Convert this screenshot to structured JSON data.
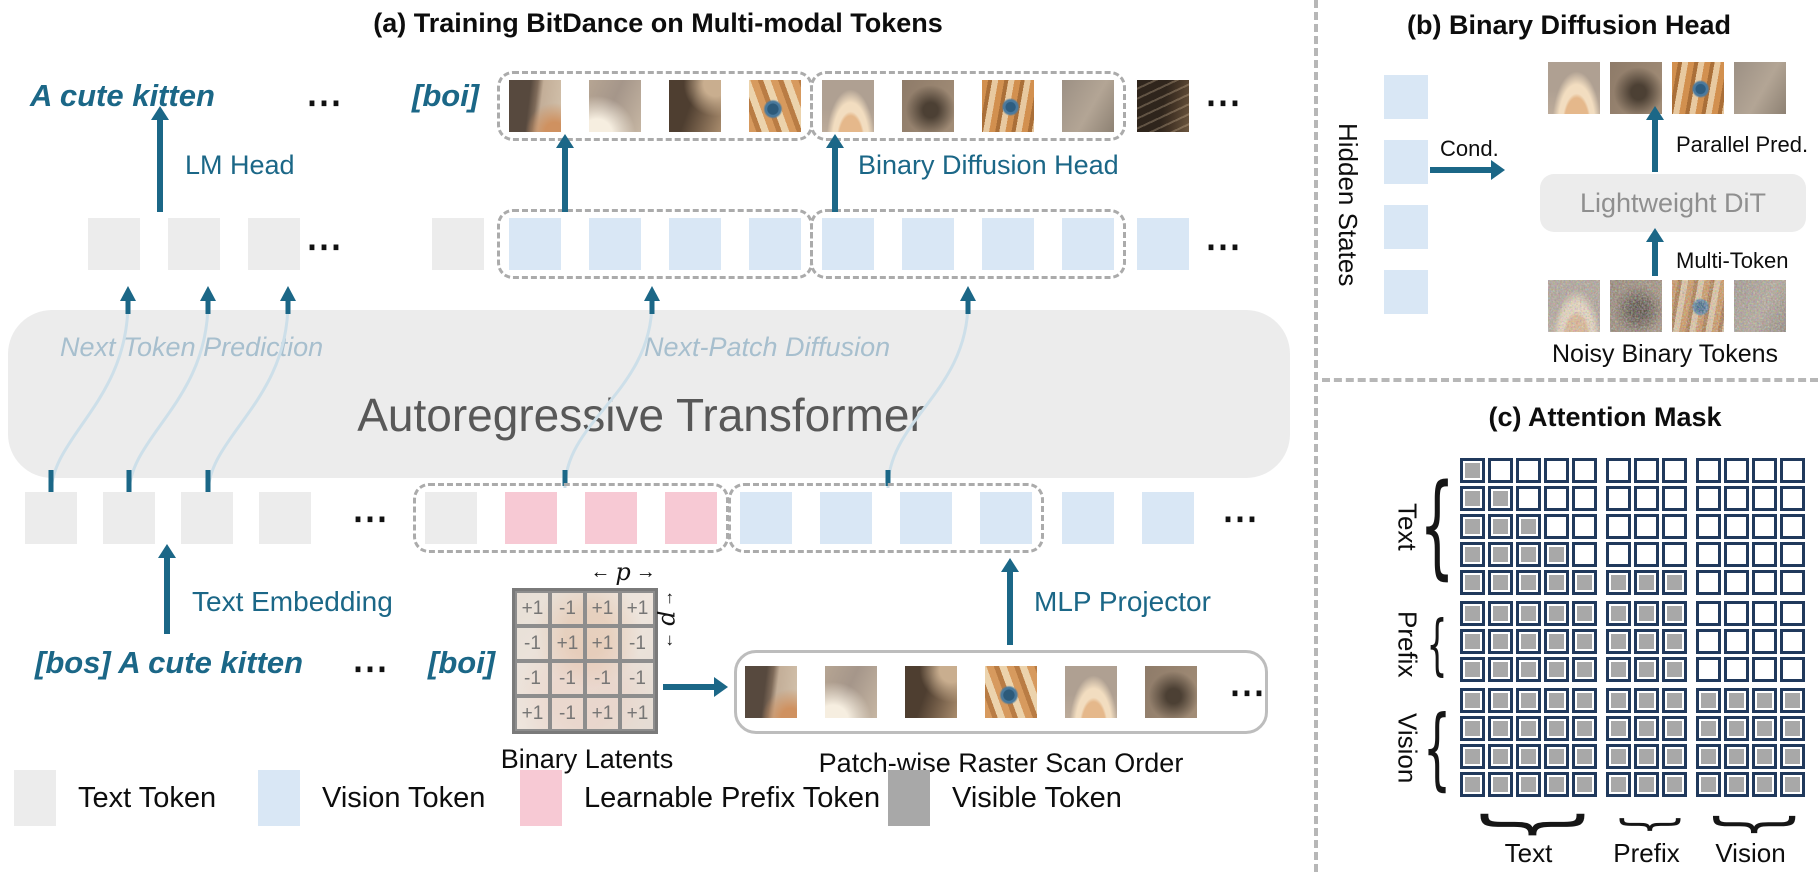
{
  "colors": {
    "accent": "#1b6787",
    "text_token": "#ececec",
    "vision_token": "#d9e7f5",
    "prefix_token": "#f7c9d4",
    "visible_token": "#a8a8a8",
    "mask_border": "#20395c"
  },
  "panel_a": {
    "title": "(a)  Training BitDance on Multi-modal Tokens",
    "ellipsis": "⋯",
    "output_text": "A cute kitten",
    "boi_top": "[boi]",
    "lm_head_label": "LM Head",
    "binary_diffusion_head_label": "Binary Diffusion Head",
    "next_token_prediction_label": "Next Token Prediction",
    "next_patch_diffusion_label": "Next-Patch Diffusion",
    "transformer_label": "Autoregressive Transformer",
    "text_embedding_label": "Text Embedding",
    "input_text": "[bos] A cute kitten",
    "boi_bottom": "[boi]",
    "patch_groups_top": [
      [
        "px1",
        "px2",
        "px3",
        "px4"
      ],
      [
        "px5",
        "px6",
        "px7",
        "px8"
      ]
    ],
    "lone_patch_top": [
      "px9"
    ],
    "hidden_left_tokens": [
      "text",
      "text",
      "text"
    ],
    "hidden_mid_token": [
      "text"
    ],
    "hidden_groups": [
      [
        "vision",
        "vision",
        "vision",
        "vision"
      ],
      [
        "vision",
        "vision",
        "vision",
        "vision"
      ]
    ],
    "lone_hidden_token": [
      "vision"
    ],
    "input_left_tokens": [
      "text",
      "text",
      "text",
      "text"
    ],
    "input_groups": [
      [
        "text",
        "prefix",
        "prefix",
        "prefix"
      ],
      [
        "vision",
        "vision",
        "vision",
        "vision"
      ]
    ],
    "lone_input_tokens": [
      "vision",
      "vision"
    ],
    "binary_latents": {
      "caption": "Binary Latents",
      "p_label": "p",
      "values": [
        [
          "+1",
          "-1",
          "+1",
          "+1"
        ],
        [
          "-1",
          "+1",
          "+1",
          "-1"
        ],
        [
          "-1",
          "-1",
          "-1",
          "-1"
        ],
        [
          "+1",
          "-1",
          "+1",
          "+1"
        ]
      ]
    },
    "raster": {
      "caption": "Patch-wise Raster Scan Order",
      "patches": [
        "px1",
        "px2",
        "px3",
        "px4",
        "px5",
        "px6"
      ]
    },
    "mlp_label": "MLP Projector",
    "legend": [
      {
        "label": "Text Token",
        "type": "text"
      },
      {
        "label": "Vision Token",
        "type": "vision"
      },
      {
        "label": "Learnable Prefix Token",
        "type": "prefix"
      },
      {
        "label": "Visible Token",
        "type": "visible"
      }
    ]
  },
  "panel_b": {
    "title": "(b) Binary Diffusion Head",
    "hidden_states_label": "Hidden States",
    "cond_label": "Cond.",
    "dit_label": "Lightweight DiT",
    "parallel_label": "Parallel Pred.",
    "multi_token_label": "Multi-Token",
    "noisy_label": "Noisy Binary Tokens",
    "hidden_squares": 4,
    "clean_patches": [
      "px5",
      "px6",
      "px7",
      "px8"
    ],
    "noisy_patches": [
      "px5",
      "px6",
      "px7",
      "px8"
    ]
  },
  "panel_c": {
    "title": "(c) Attention Mask",
    "row_groups": [
      {
        "label": "Text",
        "rows": 5
      },
      {
        "label": "Prefix",
        "rows": 3
      },
      {
        "label": "Vision",
        "rows": 4
      }
    ],
    "col_groups": [
      {
        "label": "Text",
        "cols": 5
      },
      {
        "label": "Prefix",
        "cols": 3
      },
      {
        "label": "Vision",
        "cols": 4
      }
    ],
    "mask_filled_per_row": [
      1,
      2,
      3,
      4,
      8,
      8,
      8,
      8,
      12,
      12,
      12,
      12
    ]
  }
}
